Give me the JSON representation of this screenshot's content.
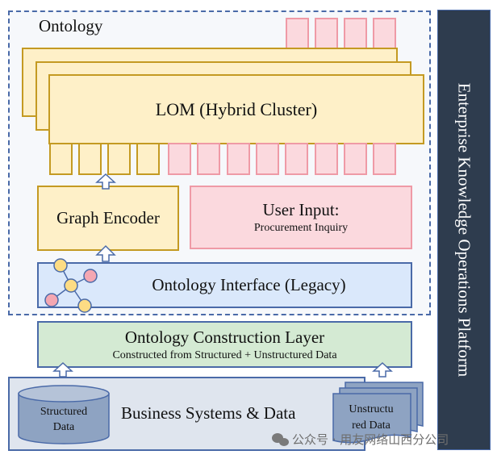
{
  "ontology_frame": {
    "title": "Ontology"
  },
  "lom": {
    "label": "LOM (Hybrid Cluster)",
    "stack_depth": 3
  },
  "tokens": {
    "top_pink_count": 4,
    "bottom_gold_count": 4,
    "bottom_pink_count": 8
  },
  "graph_encoder": {
    "label": "Graph Encoder"
  },
  "user_input": {
    "title": "User Input:",
    "subtitle": "Procurement Inquiry"
  },
  "ontology_interface": {
    "label": "Ontology Interface (Legacy)",
    "icon": "graph-network-icon"
  },
  "construction_layer": {
    "title": "Ontology Construction Layer",
    "subtitle": "Constructed from Structured + Unstructured Data"
  },
  "business_systems": {
    "label": "Business Systems & Data",
    "structured": {
      "label_line1": "Structured",
      "label_line2": "Data",
      "icon": "database-cylinder-icon"
    },
    "unstructured": {
      "label_line1": "Unstructu",
      "label_line2": "red Data",
      "icon": "document-stack-icon"
    }
  },
  "platform": {
    "label": "Enterprise Knowledge Operations Platform"
  },
  "watermark": {
    "icon": "wechat-icon",
    "text": "公众号 · 用友网络山西分公司"
  },
  "colors": {
    "gold_fill": "#fef0c8",
    "gold_stroke": "#c49a22",
    "pink_fill": "#fbd9de",
    "pink_stroke": "#ef9aa6",
    "blue_fill": "#dae8fb",
    "green_fill": "#d4ead3",
    "slate_fill": "#dfe5ee",
    "frame_stroke": "#4a6aa8",
    "platform_fill": "#2e3c4e"
  }
}
